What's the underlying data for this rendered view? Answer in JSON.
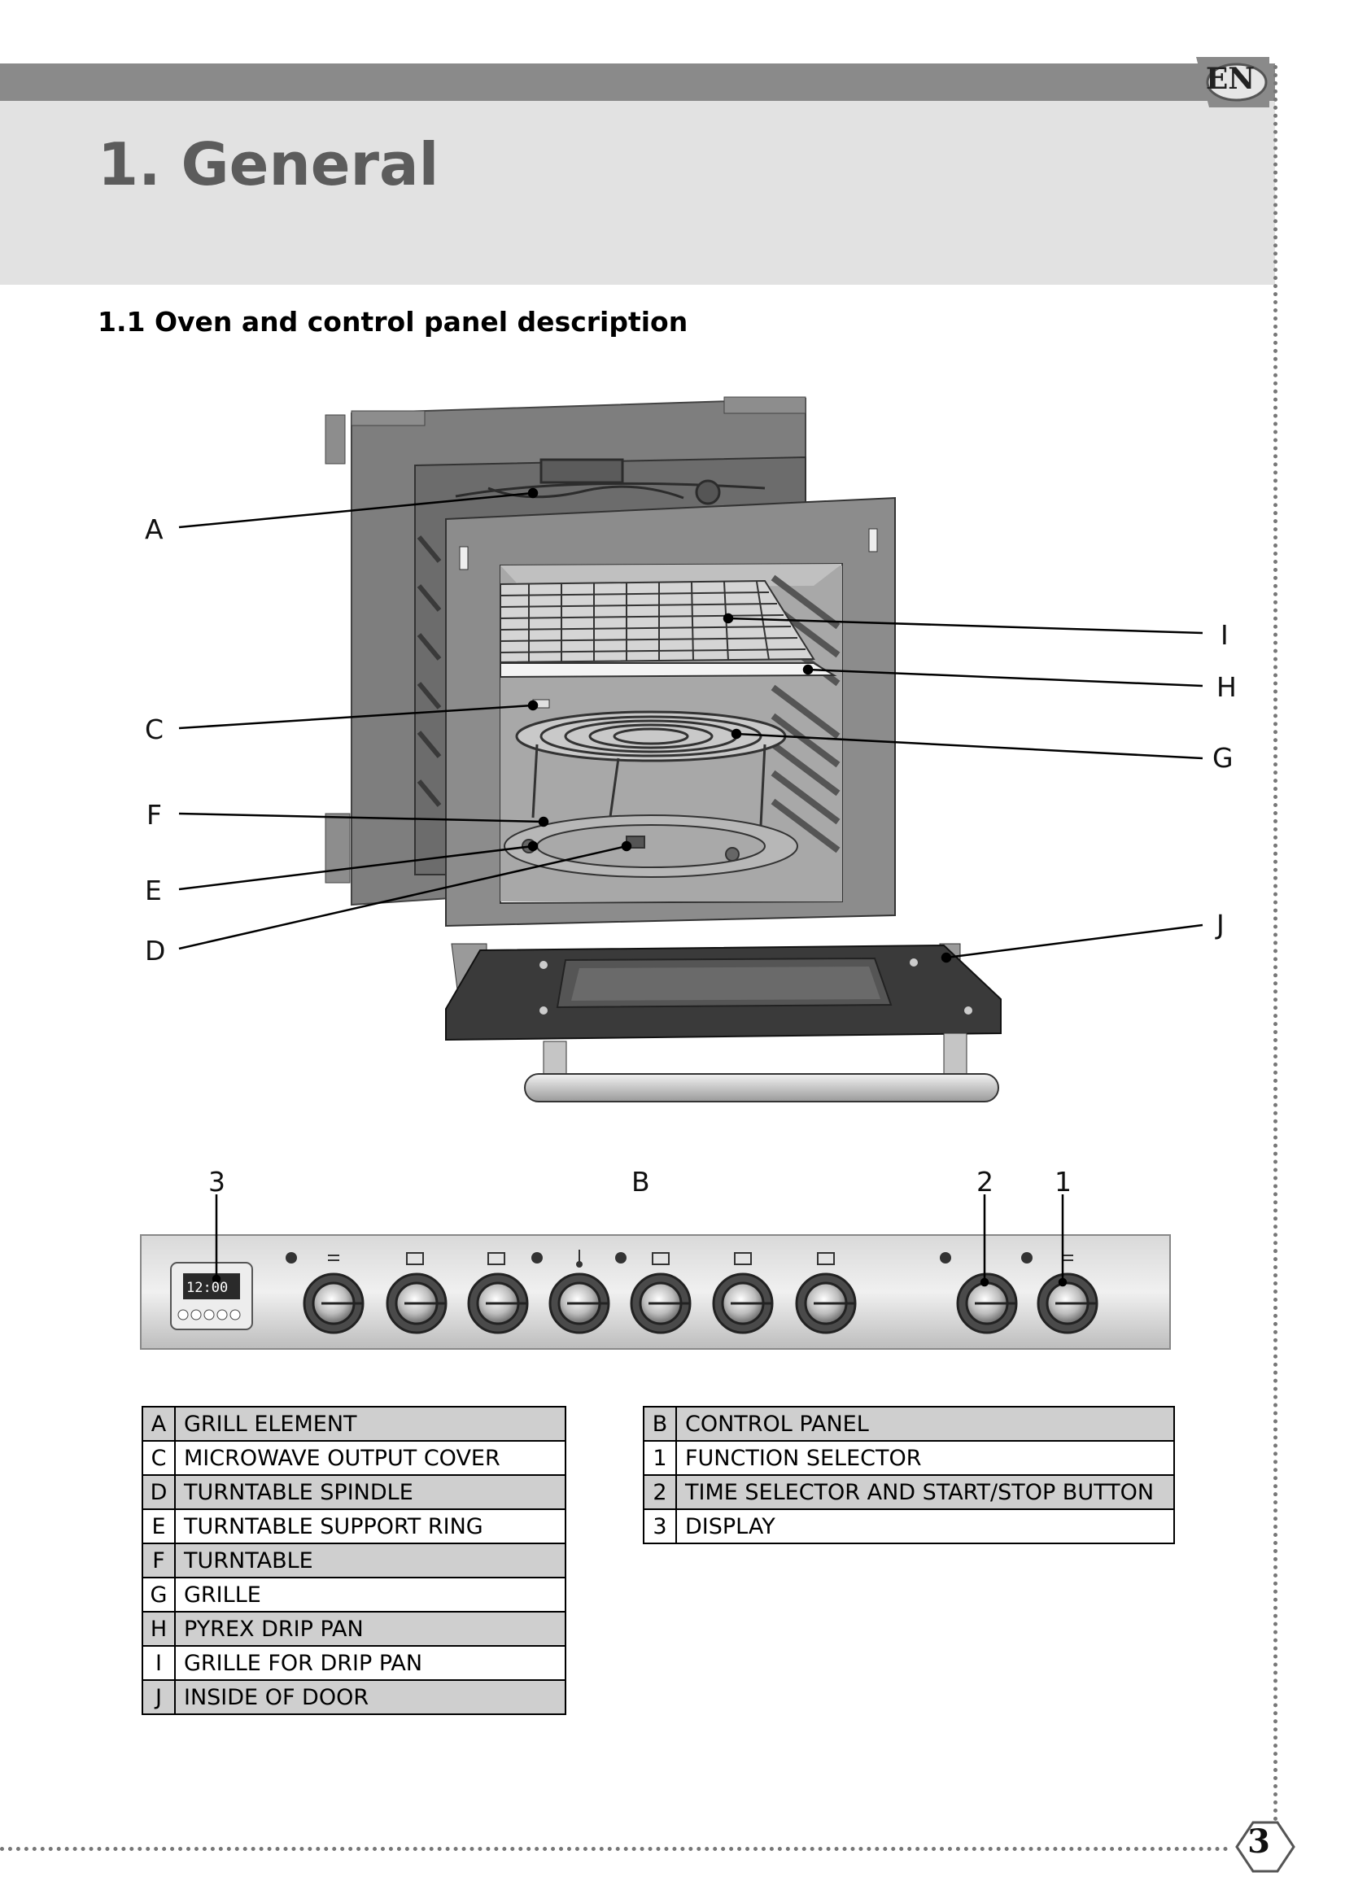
{
  "header": {
    "lang": "EN",
    "title": "1. General"
  },
  "section": {
    "title": "1.1 Oven and control panel description"
  },
  "diagram": {
    "callouts": {
      "A": "A",
      "C": "C",
      "F": "F",
      "E": "E",
      "D": "D",
      "I": "I",
      "H": "H",
      "G": "G",
      "J": "J"
    },
    "display_time": "12:00"
  },
  "control_panel": {
    "labels": {
      "c3": "3",
      "cB": "B",
      "c2": "2",
      "c1": "1"
    }
  },
  "legend_left": [
    {
      "key": "A",
      "label": "GRILL ELEMENT"
    },
    {
      "key": "C",
      "label": "MICROWAVE OUTPUT COVER"
    },
    {
      "key": "D",
      "label": "TURNTABLE SPINDLE"
    },
    {
      "key": "E",
      "label": "TURNTABLE SUPPORT RING"
    },
    {
      "key": "F",
      "label": "TURNTABLE"
    },
    {
      "key": "G",
      "label": "GRILLE"
    },
    {
      "key": "H",
      "label": "PYREX DRIP PAN"
    },
    {
      "key": "I",
      "label": "GRILLE FOR DRIP PAN"
    },
    {
      "key": "J",
      "label": "INSIDE OF DOOR"
    }
  ],
  "legend_right": [
    {
      "key": "B",
      "label": "CONTROL PANEL"
    },
    {
      "key": "1",
      "label": "FUNCTION SELECTOR"
    },
    {
      "key": "2",
      "label": "TIME SELECTOR AND START/STOP BUTTON"
    },
    {
      "key": "3",
      "label": "DISPLAY"
    }
  ],
  "footer": {
    "page_number": "3"
  },
  "colors": {
    "header_bar": "#8a8a8a",
    "header_band": "#e2e2e2",
    "table_shade": "#cfcfcf"
  }
}
